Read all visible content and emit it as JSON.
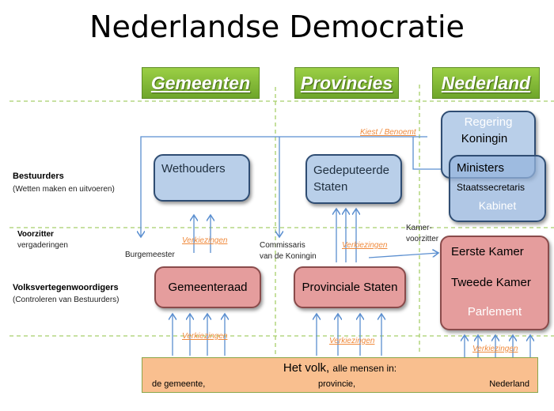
{
  "title": "Nederlandse Democratie",
  "columns": [
    "Gemeenten",
    "Provincies",
    "Nederland"
  ],
  "rows": {
    "bestuurders": {
      "label": "Bestuurders",
      "sub": "(Wetten maken en uitvoeren)"
    },
    "voorzitter": {
      "label": "Voorzitter",
      "sub": "vergaderingen"
    },
    "volks": {
      "label": "Volksvertegenwoordigers",
      "sub": "(Controleren van Bestuurders)"
    }
  },
  "boxes": {
    "wethouders": "Wethouders",
    "gedeputeerde": [
      "Gedeputeerde",
      "Staten"
    ],
    "regering": {
      "title": "Regering",
      "item": "Koningin"
    },
    "kabinet": {
      "ministers": "Ministers",
      "staats": "Staatssecretaris",
      "title": "Kabinet"
    },
    "gemeenteraad": "Gemeenteraad",
    "provinciale": "Provinciale Staten",
    "parlement": {
      "eerste": "Eerste Kamer",
      "tweede": "Tweede Kamer",
      "title": "Parlement"
    }
  },
  "labels": {
    "burgemeester": "Burgemeester",
    "commissaris": [
      "Commissaris",
      "van de Koningin"
    ],
    "kamervoorzitter": [
      "Kamer-",
      "voorzitter"
    ],
    "kiest": "Kiest / Benoemt",
    "verkiezingen": "Verkiezingen"
  },
  "volk": {
    "title": "Het volk,",
    "title_suffix": "alle mensen in:",
    "items": [
      "de gemeente,",
      "provincie,",
      "Nederland"
    ]
  },
  "colors": {
    "green": "#7ab534",
    "blue": "#b9cfe9",
    "red": "#e59d9d",
    "orange": "#f9bf8f",
    "line": "#5b8fd0"
  }
}
